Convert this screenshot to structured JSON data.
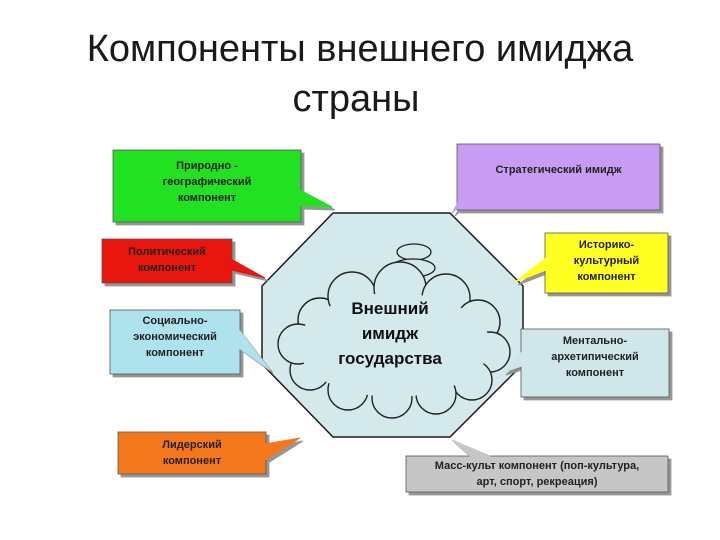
{
  "title": {
    "line1": "Компоненты внешнего имиджа",
    "line2": "страны"
  },
  "center": {
    "label": "Внешний\nимидж\nгосударства"
  },
  "callouts": [
    {
      "id": "natural-geographic",
      "text": "Природно -\nгеографический\nкомпонент",
      "color": "#21e021"
    },
    {
      "id": "strategic",
      "text": "Стратегический имидж",
      "color": "#c79cf2"
    },
    {
      "id": "political",
      "text": "Политический\nкомпонент",
      "color": "#e8120f"
    },
    {
      "id": "historical-cultural",
      "text": "Историко-\nкультурный\nкомпонент",
      "color": "#ffff22"
    },
    {
      "id": "socio-economic",
      "text": "Социально-\nэкономический\nкомпонент",
      "color": "#aee2ec"
    },
    {
      "id": "mental-archetypal",
      "text": "Ментально-\nархетипический\nкомпонент",
      "color": "#cfe6ea"
    },
    {
      "id": "leadership",
      "text": "Лидерский\nкомпонент",
      "color": "#f5771f"
    },
    {
      "id": "mass-culture",
      "text": "Масс-культ компонент (поп-культура,\nарт, спорт, рекреация)",
      "color": "#c6c6c6"
    }
  ],
  "colors": {
    "octagon_fill": "#d4e9ec",
    "octagon_stroke": "#1a1a1a",
    "cloud_fill": "#ffffff",
    "cloud_stroke": "#222222"
  }
}
